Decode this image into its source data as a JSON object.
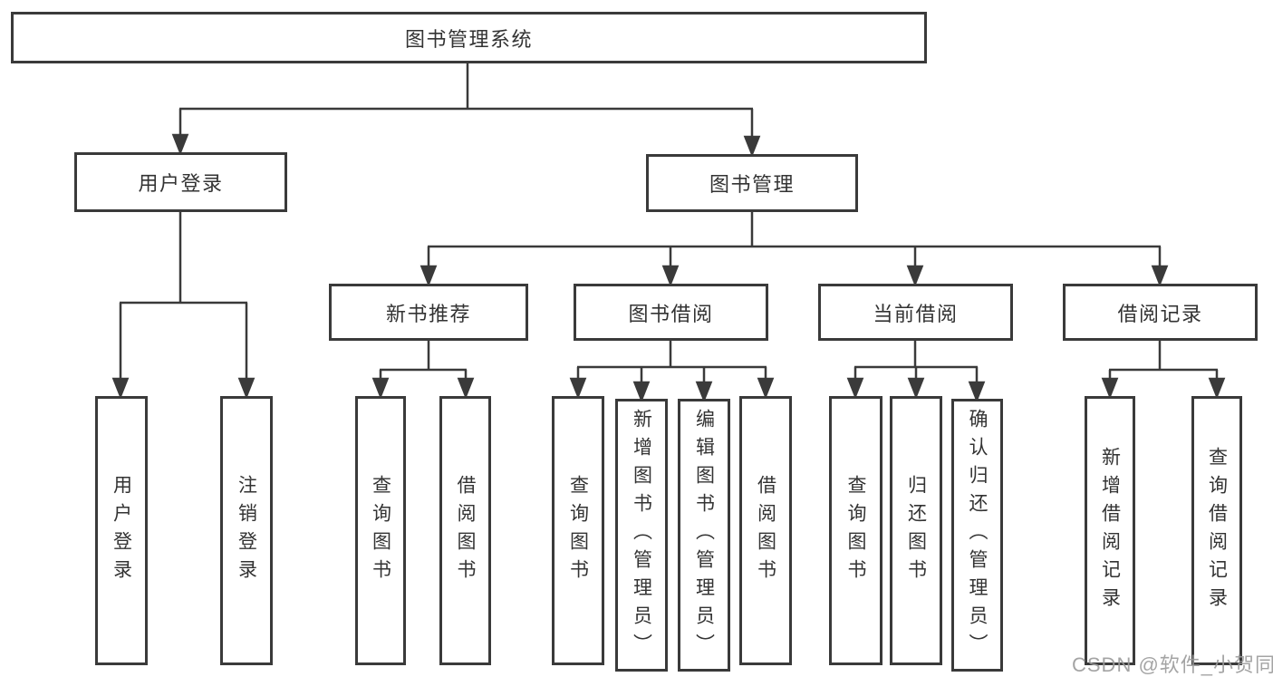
{
  "diagram": {
    "type": "tree",
    "title": "图书管理系统",
    "nodes": {
      "root": "图书管理系统",
      "user_login": "用户登录",
      "book_mgmt": "图书管理",
      "new_books": "新书推荐",
      "book_borrow": "图书借阅",
      "current_borrow": "当前借阅",
      "borrow_records": "借阅记录",
      "leaf_user_login": "用户登录",
      "leaf_logout": "注销登录",
      "nb_search": "查询图书",
      "nb_borrow": "借阅图书",
      "bb_search": "查询图书",
      "bb_add": "新增图书（管理员）",
      "bb_edit": "编辑图书（管理员）",
      "bb_borrow": "借阅图书",
      "cb_search": "查询图书",
      "cb_return": "归还图书",
      "cb_confirm": "确认归还（管理员）",
      "br_add": "新增借阅记录",
      "br_search": "查询借阅记录"
    },
    "structure": {
      "root": [
        "user_login",
        "book_mgmt"
      ],
      "user_login": [
        "leaf_user_login",
        "leaf_logout"
      ],
      "book_mgmt": [
        "new_books",
        "book_borrow",
        "current_borrow",
        "borrow_records"
      ],
      "new_books": [
        "nb_search",
        "nb_borrow"
      ],
      "book_borrow": [
        "bb_search",
        "bb_add",
        "bb_edit",
        "bb_borrow"
      ],
      "current_borrow": [
        "cb_search",
        "cb_return",
        "cb_confirm"
      ],
      "borrow_records": [
        "br_add",
        "br_search"
      ]
    },
    "colors": {
      "line": "#3a3a3a",
      "text": "#333333",
      "background": "#ffffff",
      "watermark": "#9b9b9b"
    }
  },
  "watermark": "CSDN @软件_小贺同学"
}
